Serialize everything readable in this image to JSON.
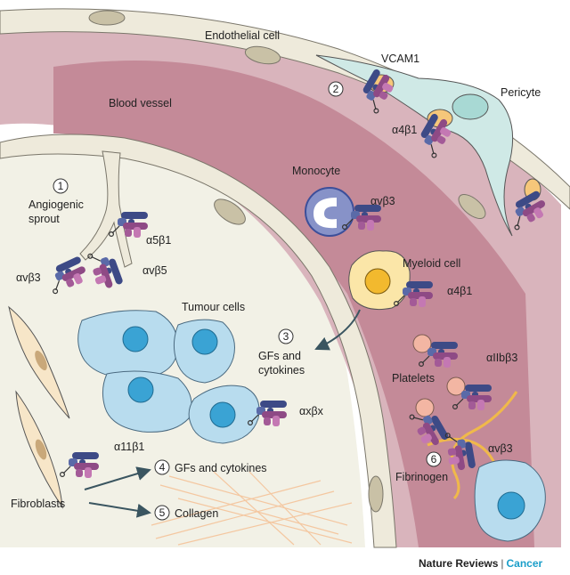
{
  "colors": {
    "vessel_lumen": "#c48a98",
    "vessel_wall": "#d9b4bc",
    "endothelium": "#eeeadb",
    "nucleus": "#c9c1a6",
    "tissue": "#f2f1e6",
    "tumour": "#b8dcee",
    "tumour_nucleus": "#3aa3d4",
    "monocyte": "#3c4f9a",
    "myeloid": "#fbe6a8",
    "myeloid_nucleus": "#f2b92e",
    "pericyte": "#cfe9e6",
    "vcam1": "#f6c77a",
    "integrin_alpha": "#3d4a86",
    "integrin_beta": "#8e4a85",
    "fibroblast": "#f7e6c8",
    "collagen": "#f4c7a0",
    "fibrinogen": "#f0b94a",
    "platelet": "#f3b6a3",
    "journal_accent": "#1a9ec9"
  },
  "labels": {
    "endothelial_cell": "Endothelial cell",
    "blood_vessel": "Blood vessel",
    "vcam1": "VCAM1",
    "pericyte": "Pericyte",
    "a4b1_top": "α4β1",
    "monocyte": "Monocyte",
    "avb3_monocyte": "αvβ3",
    "angiogenic_line1": "Angiogenic",
    "angiogenic_line2": "sprout",
    "a5b1": "α5β1",
    "avb3_sprout": "αvβ3",
    "avb5": "αvβ5",
    "myeloid_cell": "Myeloid cell",
    "a4b1_myeloid": "α4β1",
    "tumour_cells": "Tumour cells",
    "gfs_line1": "GFs and",
    "gfs_line2": "cytokines",
    "axbx": "αxβx",
    "aiibb3": "αIIbβ3",
    "platelets": "Platelets",
    "avb3_platelet": "αvβ3",
    "fibrinogen": "Fibrinogen",
    "a11b1": "α11β1",
    "gfs_fibro": "GFs and cytokines",
    "collagen": "Collagen",
    "fibroblasts": "Fibroblasts"
  },
  "step_numbers": {
    "s1": "1",
    "s2": "2",
    "s3": "3",
    "s4": "4",
    "s5": "5",
    "s6": "6"
  },
  "credit": {
    "journal": "Nature Reviews",
    "separator": "|",
    "section": "Cancer"
  }
}
